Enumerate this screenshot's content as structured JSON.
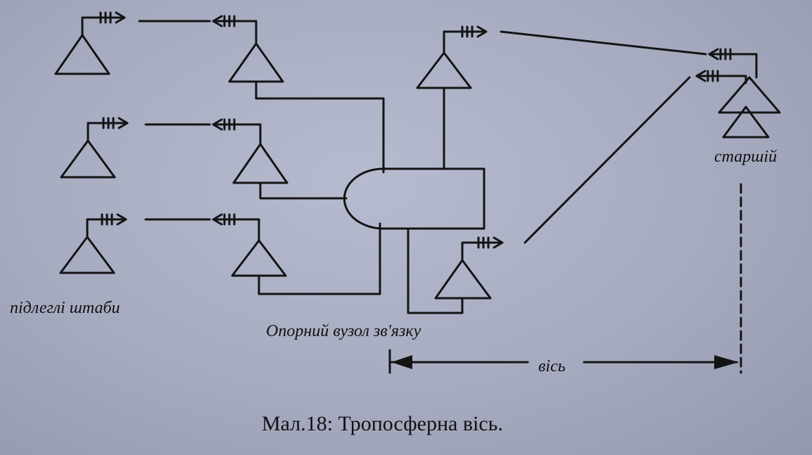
{
  "labels": {
    "subordinate": "підлеглі штаби",
    "node": "Опорний вузол зв'язку",
    "senior": "старшій",
    "axis": "вісь"
  },
  "caption": "Мал.18: Тропосферна вісь."
}
